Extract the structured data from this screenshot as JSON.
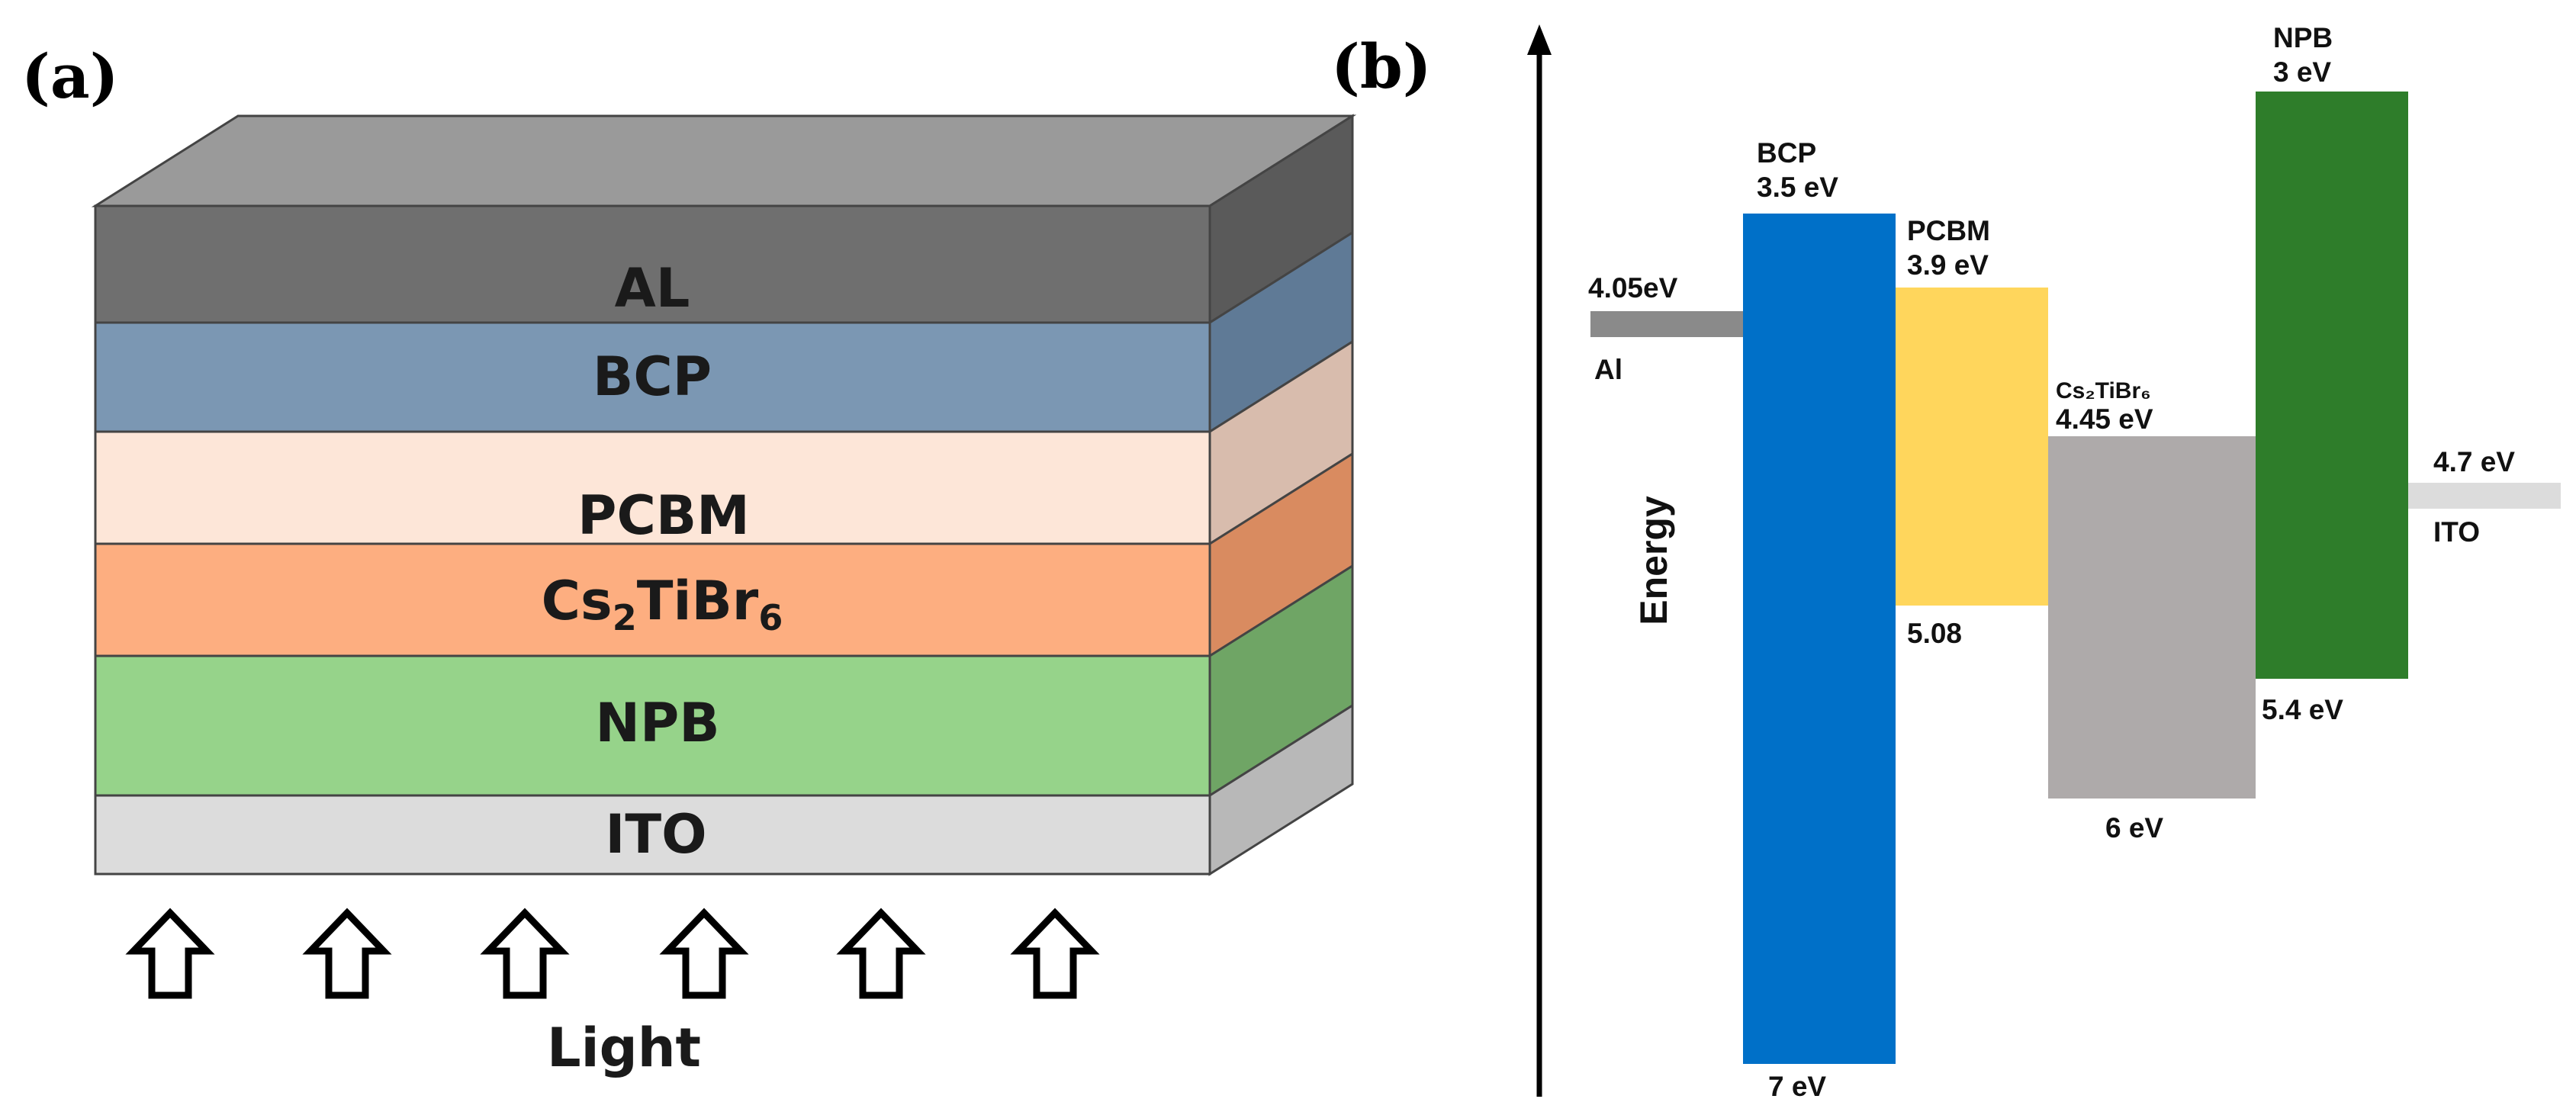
{
  "panel_a": {
    "label": "(a)",
    "layers": [
      {
        "key": "al",
        "label": "AL",
        "front": "#6f6f6f",
        "side": "#5a5a5a"
      },
      {
        "key": "bcp",
        "label": "BCP",
        "front": "#7b97b3",
        "side": "#5f7a96"
      },
      {
        "key": "pcbm",
        "label": "PCBM",
        "front": "#fde6d8",
        "side": "#d8bcad"
      },
      {
        "key": "cs2tibr6",
        "label_main": "Cs",
        "label_sub1": "2",
        "label_mid": "TiBr",
        "label_sub2": "6",
        "front": "#fdae80",
        "side": "#d98b60"
      },
      {
        "key": "npb",
        "label": "NPB",
        "front": "#96d38a",
        "side": "#6fa565"
      },
      {
        "key": "ito",
        "label": "ITO",
        "front": "#dcdcdc",
        "side": "#b8b8b8"
      }
    ],
    "top_color": "#9a9a9a",
    "arrow_icon": "up-outline-arrow-icon",
    "arrow_count": 6,
    "light_label": "Light"
  },
  "panel_b": {
    "label": "(b)",
    "axis_label": "Energy",
    "levels": {
      "al": {
        "value_label": "4.05eV",
        "name": "Al",
        "color": "#8a8a8a"
      },
      "bcp": {
        "top_label_name": "BCP",
        "top_label_value": "3.5 eV",
        "bottom_label": "7 eV",
        "color": "#0070c8"
      },
      "pcbm": {
        "top_label_name": "PCBM",
        "top_label_value": "3.9 eV",
        "bottom_label": "5.08",
        "color": "#ffd65c"
      },
      "cs2tibr6": {
        "top_label_name": "Cs₂TiBr₆",
        "top_label_value": "4.45 eV",
        "bottom_label": "6 eV",
        "color": "#aeaaaa"
      },
      "npb": {
        "top_label_name": "NPB",
        "top_label_value": "3 eV",
        "bottom_label": "5.4 eV",
        "color": "#2e7d2a"
      },
      "ito": {
        "value_label": "4.7 eV",
        "name": "ITO",
        "color": "#dcdcdc"
      }
    }
  }
}
